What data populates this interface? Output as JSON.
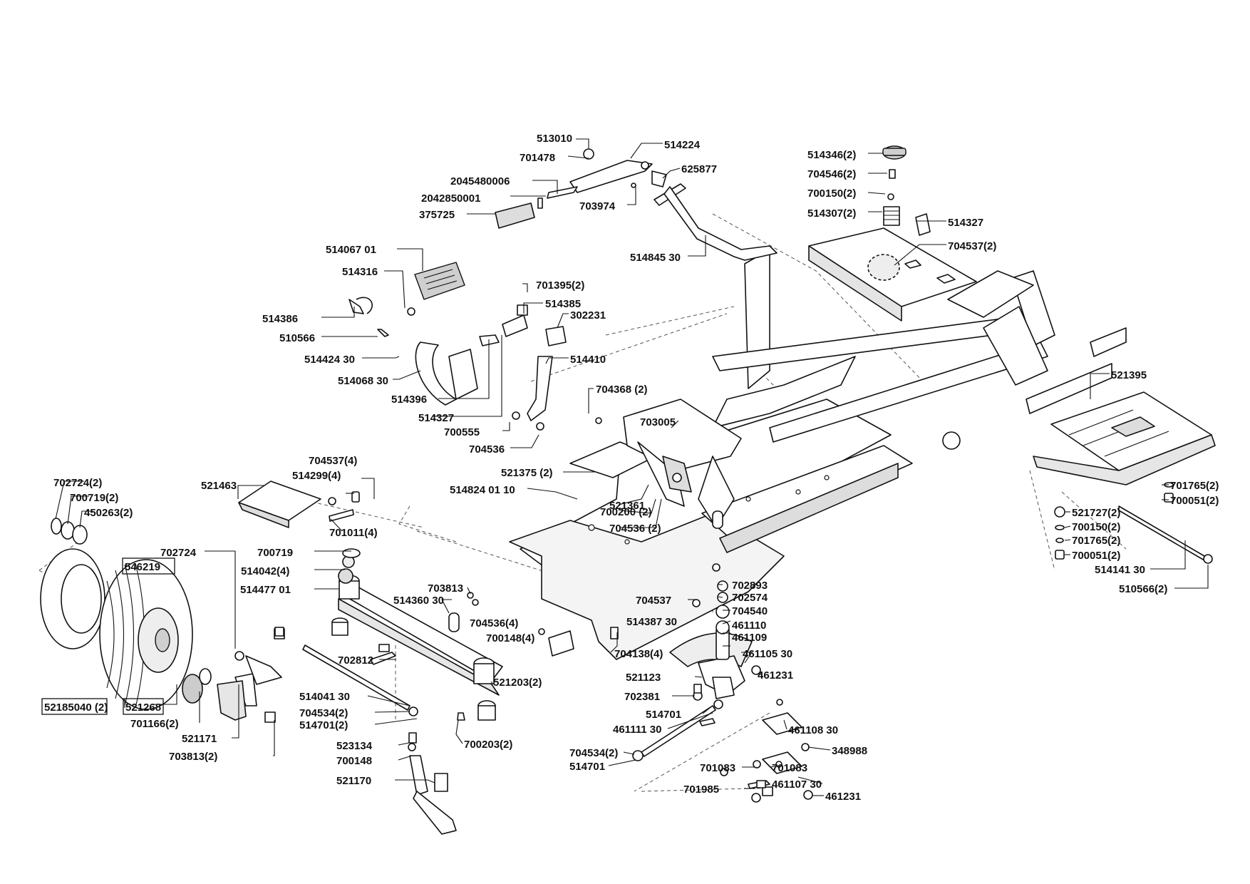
{
  "parts": [
    {
      "id": "p01",
      "text": "513010"
    },
    {
      "id": "p02",
      "text": "514224"
    },
    {
      "id": "p03",
      "text": "701478"
    },
    {
      "id": "p04",
      "text": "625877"
    },
    {
      "id": "p05",
      "text": "2045480006"
    },
    {
      "id": "p06",
      "text": "2042850001"
    },
    {
      "id": "p07",
      "text": "703974"
    },
    {
      "id": "p08",
      "text": "375725"
    },
    {
      "id": "p09",
      "text": "514845 30"
    },
    {
      "id": "p10",
      "text": "514346(2)"
    },
    {
      "id": "p11",
      "text": "704546(2)"
    },
    {
      "id": "p12",
      "text": "700150(2)"
    },
    {
      "id": "p13",
      "text": "514307(2)"
    },
    {
      "id": "p14",
      "text": "514327"
    },
    {
      "id": "p15",
      "text": "704537(2)"
    },
    {
      "id": "p16",
      "text": "514067 01"
    },
    {
      "id": "p17",
      "text": "514316"
    },
    {
      "id": "p18",
      "text": "701395(2)"
    },
    {
      "id": "p19",
      "text": "514385"
    },
    {
      "id": "p20",
      "text": "302231"
    },
    {
      "id": "p21",
      "text": "514386"
    },
    {
      "id": "p22",
      "text": "510566"
    },
    {
      "id": "p23",
      "text": "514424 30"
    },
    {
      "id": "p24",
      "text": "514410"
    },
    {
      "id": "p25",
      "text": "514068 30"
    },
    {
      "id": "p26",
      "text": "514396"
    },
    {
      "id": "p27",
      "text": "514327"
    },
    {
      "id": "p28",
      "text": "704368 (2)"
    },
    {
      "id": "p29",
      "text": "700555"
    },
    {
      "id": "p30",
      "text": "704536"
    },
    {
      "id": "p31",
      "text": "703005"
    },
    {
      "id": "p32",
      "text": "521395"
    },
    {
      "id": "p33",
      "text": "521375 (2)"
    },
    {
      "id": "p34",
      "text": "514824 01 10"
    },
    {
      "id": "p35",
      "text": "521361"
    },
    {
      "id": "p36",
      "text": "700200 (2)"
    },
    {
      "id": "p37",
      "text": "704536 (2)"
    },
    {
      "id": "p38",
      "text": "702724(2)"
    },
    {
      "id": "p39",
      "text": "700719(2)"
    },
    {
      "id": "p40",
      "text": "450263(2)"
    },
    {
      "id": "p41",
      "text": "704537(4)"
    },
    {
      "id": "p42",
      "text": "514299(4)"
    },
    {
      "id": "p43",
      "text": "521463"
    },
    {
      "id": "p44",
      "text": "701011(4)"
    },
    {
      "id": "p45",
      "text": "701765(2)"
    },
    {
      "id": "p46",
      "text": "700051(2)"
    },
    {
      "id": "p47",
      "text": "521727(2)"
    },
    {
      "id": "p48",
      "text": "700150(2)"
    },
    {
      "id": "p49",
      "text": "701765(2)"
    },
    {
      "id": "p50",
      "text": "700051(2)"
    },
    {
      "id": "p51",
      "text": "514141 30"
    },
    {
      "id": "p52",
      "text": "510566(2)"
    },
    {
      "id": "p53",
      "text": "546219"
    },
    {
      "id": "p54",
      "text": "702724"
    },
    {
      "id": "p55",
      "text": "700719"
    },
    {
      "id": "p56",
      "text": "514042(4)"
    },
    {
      "id": "p57",
      "text": "514477 01"
    },
    {
      "id": "p58",
      "text": "703813"
    },
    {
      "id": "p59",
      "text": "514360 30"
    },
    {
      "id": "p60",
      "text": "704536(4)"
    },
    {
      "id": "p61",
      "text": "700148(4)"
    },
    {
      "id": "p62",
      "text": "702893"
    },
    {
      "id": "p63",
      "text": "702574"
    },
    {
      "id": "p64",
      "text": "704537"
    },
    {
      "id": "p65",
      "text": "704540"
    },
    {
      "id": "p66",
      "text": "514387 30"
    },
    {
      "id": "p67",
      "text": "461110"
    },
    {
      "id": "p68",
      "text": "461109"
    },
    {
      "id": "p69",
      "text": "704138(4)"
    },
    {
      "id": "p70",
      "text": "461105 30"
    },
    {
      "id": "p71",
      "text": "702812"
    },
    {
      "id": "p72",
      "text": "461231"
    },
    {
      "id": "p73",
      "text": "521123"
    },
    {
      "id": "p74",
      "text": "521203(2)"
    },
    {
      "id": "p75",
      "text": "702381"
    },
    {
      "id": "p76",
      "text": "514041 30"
    },
    {
      "id": "p77",
      "text": "52185040 (2)"
    },
    {
      "id": "p78",
      "text": "521268"
    },
    {
      "id": "p79",
      "text": "514701"
    },
    {
      "id": "p80",
      "text": "704534(2)"
    },
    {
      "id": "p81",
      "text": "701166(2)"
    },
    {
      "id": "p82",
      "text": "514701(2)"
    },
    {
      "id": "p83",
      "text": "461111 30"
    },
    {
      "id": "p84",
      "text": "461108 30"
    },
    {
      "id": "p85",
      "text": "521171"
    },
    {
      "id": "p86",
      "text": "700203(2)"
    },
    {
      "id": "p87",
      "text": "523134"
    },
    {
      "id": "p88",
      "text": "703813(2)"
    },
    {
      "id": "p89",
      "text": "704534(2)"
    },
    {
      "id": "p90",
      "text": "348988"
    },
    {
      "id": "p91",
      "text": "700148"
    },
    {
      "id": "p92",
      "text": "514701"
    },
    {
      "id": "p93",
      "text": "701083"
    },
    {
      "id": "p94",
      "text": "701083"
    },
    {
      "id": "p95",
      "text": "521170"
    },
    {
      "id": "p96",
      "text": "461107 30"
    },
    {
      "id": "p97",
      "text": "701985"
    },
    {
      "id": "p98",
      "text": "461231"
    }
  ]
}
